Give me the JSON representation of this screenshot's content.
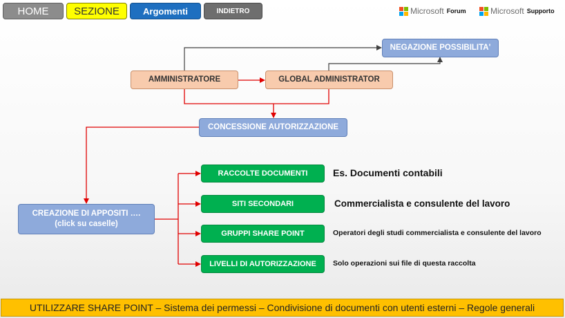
{
  "nav": {
    "home": "HOME",
    "sezione": "SEZIONE",
    "argomenti": "Argomenti",
    "indietro": "INDIETRO"
  },
  "microsoft_links": [
    {
      "brand": "Microsoft",
      "label": "Forum"
    },
    {
      "brand": "Microsoft",
      "label": "Supporto"
    }
  ],
  "colors": {
    "arrow_red": "#e00000",
    "arrow_dark": "#404040",
    "orange_box": "#f8cbad",
    "blue_box": "#8eaadb",
    "green_box": "#00b050",
    "footer_bar": "#ffc000"
  },
  "diagram": {
    "amministratore": "AMMINISTRATORE",
    "global_administrator": "GLOBAL ADMINISTRATOR",
    "negazione": "NEGAZIONE POSSIBILITA'",
    "concessione": "CONCESSIONE AUTORIZZAZIONE",
    "creazione_line1": "CREAZIONE DI APPOSITI ….",
    "creazione_line2": "(click su caselle)",
    "items": [
      {
        "label": "RACCOLTE DOCUMENTI",
        "description": "Es. Documenti contabili"
      },
      {
        "label": "SITI SECONDARI",
        "description": "Commercialista e consulente del lavoro"
      },
      {
        "label": "GRUPPI SHARE POINT",
        "description": "Operatori degli studi commercialista e consulente del lavoro"
      },
      {
        "label": "LIVELLI DI AUTORIZZAZIONE",
        "description": "Solo operazioni sui file di questa raccolta"
      }
    ]
  },
  "footer": "UTILIZZARE SHARE POINT – Sistema dei permessi – Condivisione di documenti con utenti esterni – Regole generali"
}
